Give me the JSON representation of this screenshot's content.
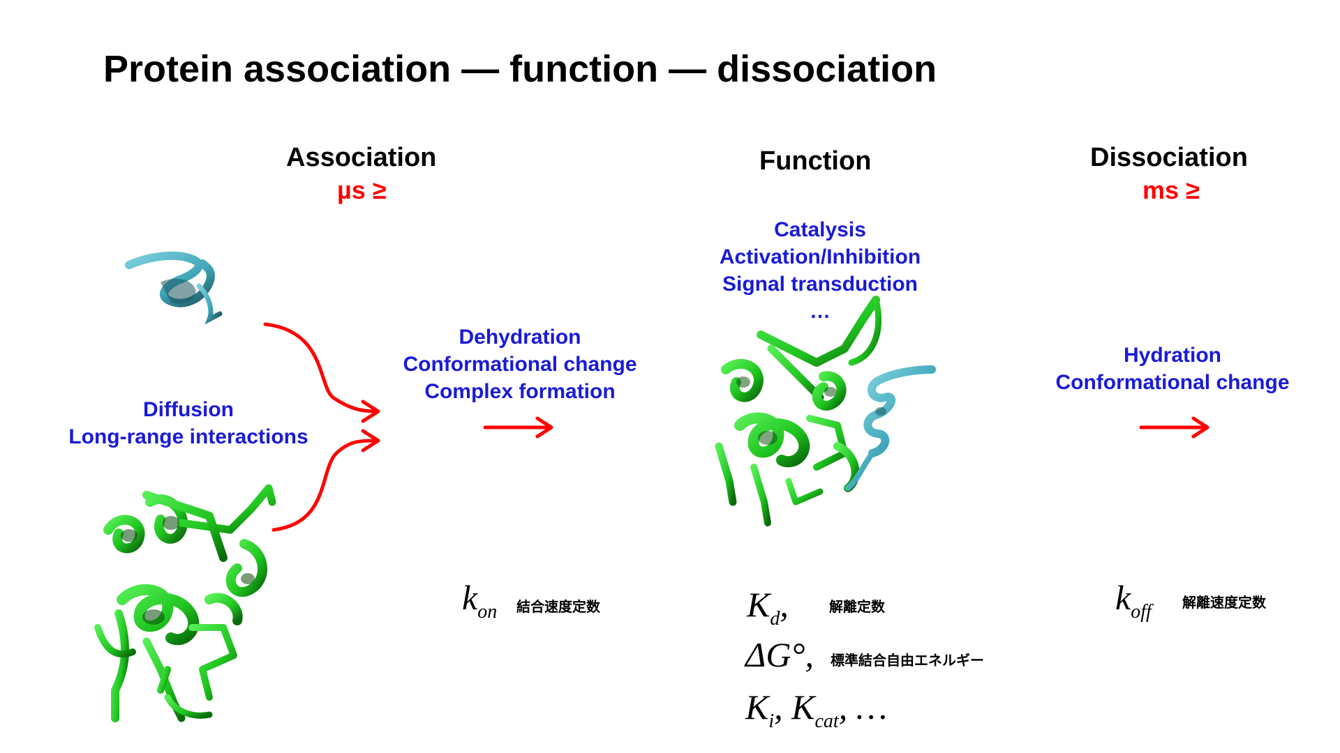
{
  "title": "Protein association ― function ― dissociation",
  "stages": {
    "association": {
      "heading": "Association",
      "timescale": "µs ≥",
      "left_lines": [
        "Diffusion",
        "Long-range interactions"
      ],
      "middle_lines": [
        "Dehydration",
        "Conformational change",
        "Complex formation"
      ]
    },
    "function": {
      "heading": "Function",
      "lines": [
        "Catalysis",
        "Activation/Inhibition",
        "Signal transduction",
        "…"
      ]
    },
    "dissociation": {
      "heading": "Dissociation",
      "timescale": "ms ≥",
      "lines": [
        "Hydration",
        "Conformational change"
      ]
    }
  },
  "constants": {
    "kon": {
      "symbol": "k",
      "sub": "on",
      "label": "結合速度定数"
    },
    "kd": {
      "symbol": "K",
      "sub": "d",
      "suffix": ",",
      "label": "解離定数"
    },
    "dg": {
      "symbol": "ΔG°,",
      "label": "標準結合自由エネルギー"
    },
    "ki_kcat": {
      "k1": "K",
      "sub1": "i",
      "sep": ", ",
      "k2": "K",
      "sub2": "cat",
      "tail": ", …"
    },
    "koff": {
      "symbol": "k",
      "sub": "off",
      "label": "解離速度定数"
    }
  },
  "colors": {
    "arrow": "#ff0000",
    "annotation_text": "#1a1ad8",
    "protein_green": "#22cc22",
    "peptide_cyan": "#3fa6b8"
  }
}
